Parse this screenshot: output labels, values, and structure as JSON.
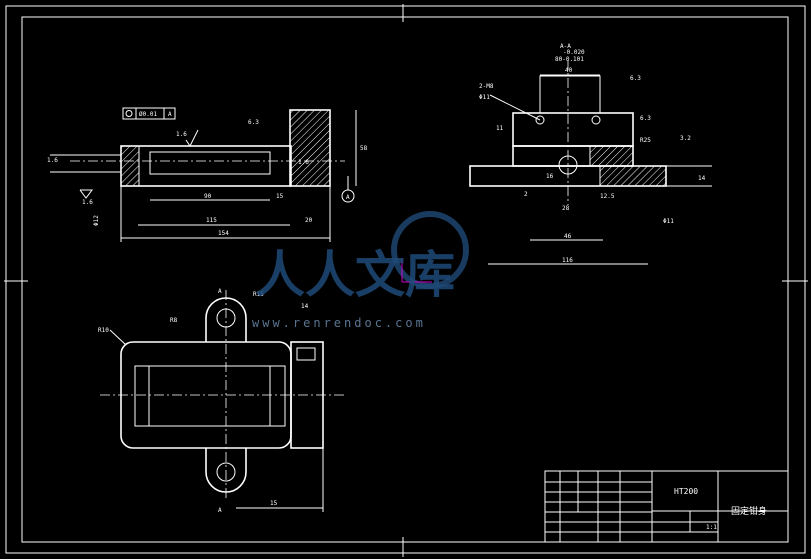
{
  "title_block": {
    "material": "HT200",
    "part_name": "固定钳身",
    "sheet_number": "1:1"
  },
  "views": {
    "section_label": "A-A",
    "cut_mark": "A"
  },
  "dimensions": {
    "d_154": "154",
    "d_115": "115",
    "d_90": "90",
    "d_15": "15",
    "d_20": "20",
    "d_58": "58",
    "d_2": "2",
    "d_16": "16",
    "d_116": "116",
    "d_46": "46",
    "d_40": "40",
    "d_14": "14",
    "d_11": "11",
    "d_28": "28",
    "d_R8": "R8",
    "d_R10": "R10",
    "d_R15": "R15",
    "d_R25": "R25",
    "d_phi11": "Φ11",
    "d_phi12": "Φ12",
    "d_2M8": "2-M8",
    "d_tol": "Ø0.01",
    "tol_top1": "-0.020",
    "tol_top2": "80-0.101"
  },
  "roughness": [
    "1.6",
    "6.3",
    "3.2",
    "12.5"
  ],
  "watermark": {
    "text": "人人文库",
    "url": "www.renrendoc.com"
  }
}
